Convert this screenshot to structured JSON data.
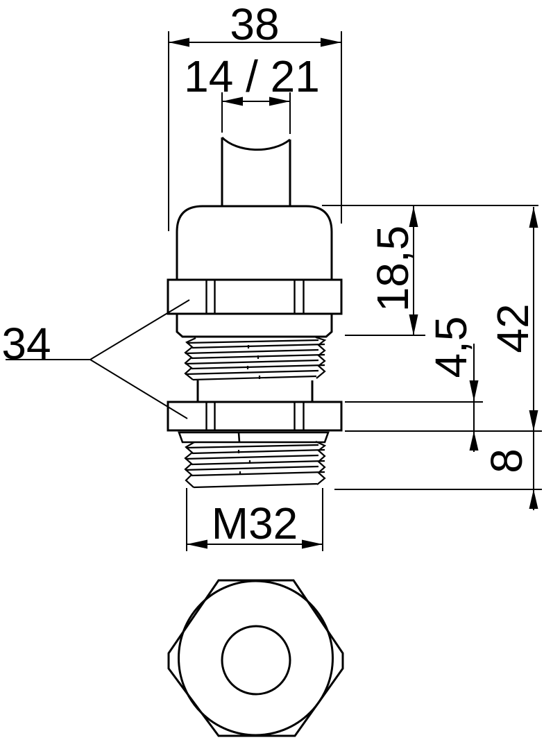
{
  "drawing": {
    "kind": "cable-gland-dimension-drawing",
    "background": "#ffffff",
    "line_color": "#000000",
    "labels": {
      "width_top": "38",
      "clamping_range": "14 / 21",
      "spanner_size": "34",
      "dome_height": "18,5",
      "locknut_height": "4,5",
      "overall_height": "42",
      "thread_length": "8",
      "thread_size": "M32"
    }
  }
}
